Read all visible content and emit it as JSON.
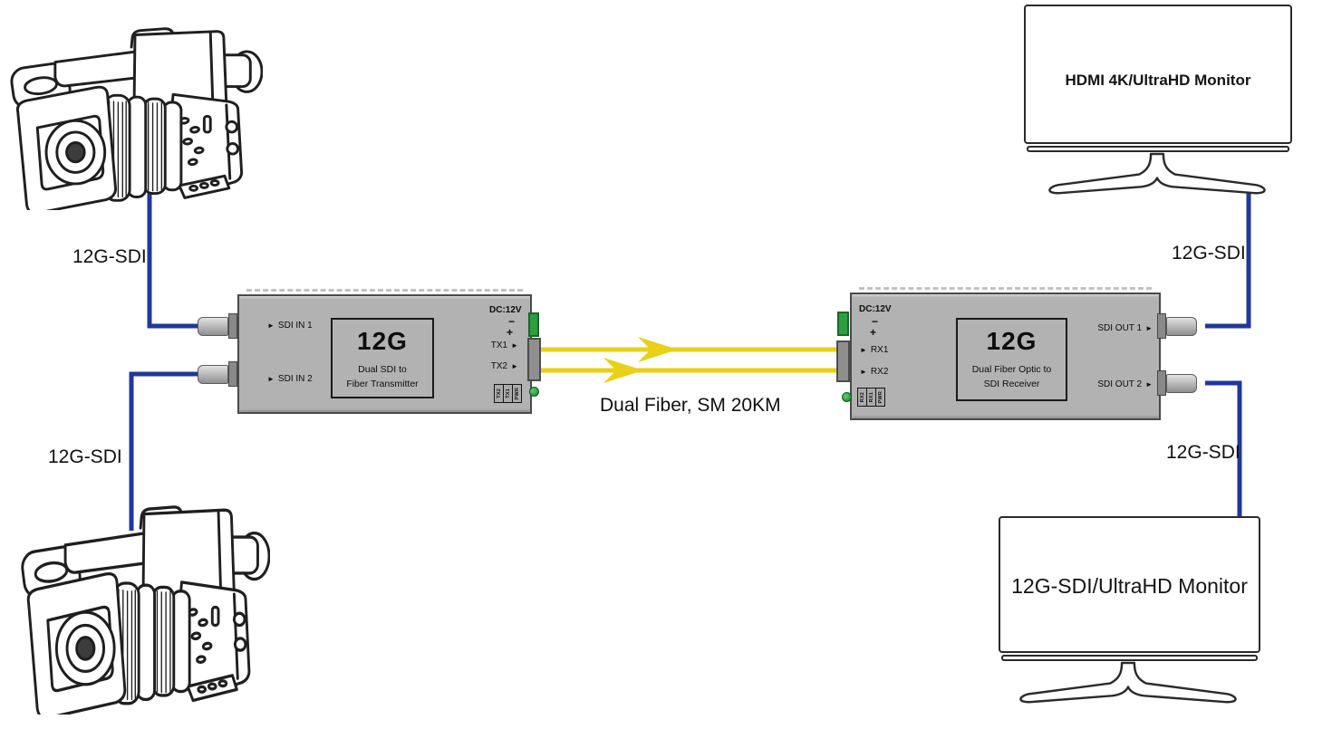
{
  "icons": {
    "arrow_right": "►"
  },
  "colors": {
    "sdi_cable": "#20389b",
    "fiber_cable": "#e8d116",
    "device_body": "#b2b2b2",
    "power_terminal_green": "#2f9e3f"
  },
  "cable_labels": {
    "camera1_sdi": "12G-SDI",
    "camera2_sdi": "12G-SDI",
    "monitor_top_sdi": "12G-SDI",
    "monitor_bottom_sdi": "12G-SDI"
  },
  "fiber_link": {
    "label": "Dual Fiber, SM 20KM"
  },
  "transmitter": {
    "model": "12G",
    "description_line1": "Dual SDI to",
    "description_line2": "Fiber Transmitter",
    "power_label": "DC:12V",
    "minus": "−",
    "plus": "+",
    "input1": "SDI IN 1",
    "input2": "SDI IN 2",
    "fiber_out1": "TX1",
    "fiber_out2": "TX2",
    "leds": [
      "TX2",
      "TX1",
      "PWR"
    ]
  },
  "receiver": {
    "model": "12G",
    "description_line1": "Dual Fiber Optic to",
    "description_line2": "SDI Receiver",
    "power_label": "DC:12V",
    "minus": "−",
    "plus": "+",
    "fiber_in1": "RX1",
    "fiber_in2": "RX2",
    "output1": "SDI OUT 1",
    "output2": "SDI OUT 2",
    "leds": [
      "RX2",
      "RX1",
      "PWR"
    ]
  },
  "monitors": {
    "top": "HDMI 4K/UltraHD Monitor",
    "bottom": "12G-SDI/UltraHD Monitor"
  }
}
